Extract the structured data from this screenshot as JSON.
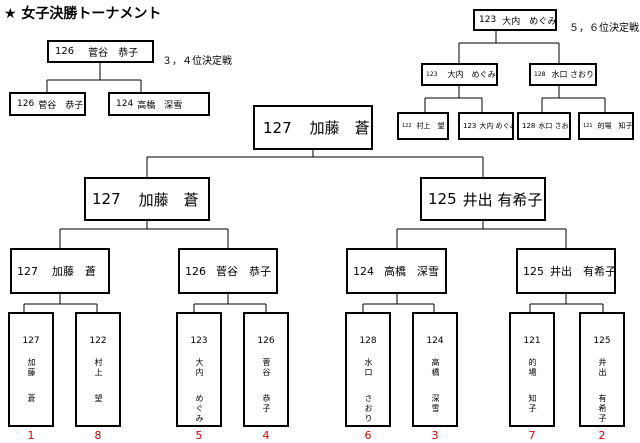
{
  "title": "★ 女子決勝トーナメント",
  "third_place": {
    "label": "３，４位決定戦",
    "winner": {
      "num": "126",
      "name": "菅谷　恭子"
    },
    "left": {
      "num": "126",
      "name": "菅谷　恭子"
    },
    "right": {
      "num": "124",
      "name": "高橋　深雪"
    }
  },
  "fifth_place": {
    "label": "５，６位決定戦",
    "winner": {
      "num": "123",
      "name": "大内　めぐみ"
    },
    "semis": [
      {
        "num": "123",
        "name": "大内　めぐみ"
      },
      {
        "num": "128",
        "name": "水口 さおり"
      }
    ],
    "firsts": [
      {
        "num": "122",
        "name": "村上　望"
      },
      {
        "num": "123",
        "name": "大内 めぐみ"
      },
      {
        "num": "128",
        "name": "水口 さおり"
      },
      {
        "num": "121",
        "name": "的場　知子"
      }
    ]
  },
  "final": {
    "num": "127",
    "name": "加藤　蒼"
  },
  "semifinals": [
    {
      "num": "127",
      "name": "加藤　蒼"
    },
    {
      "num": "125",
      "name": "井出 有希子"
    }
  ],
  "quarterfinals": [
    {
      "num": "127",
      "name": "加藤　蒼"
    },
    {
      "num": "126",
      "name": "菅谷　恭子"
    },
    {
      "num": "124",
      "name": "高橋　深雪"
    },
    {
      "num": "125",
      "name": "井出　有希子"
    }
  ],
  "players": [
    {
      "num": "127",
      "name1": "加藤",
      "name2": "蒼",
      "rank": "1"
    },
    {
      "num": "122",
      "name1": "村上",
      "name2": "望",
      "rank": "8"
    },
    {
      "num": "123",
      "name1": "大内",
      "name2": "めぐみ",
      "rank": "5"
    },
    {
      "num": "126",
      "name1": "菅谷",
      "name2": "恭子",
      "rank": "4"
    },
    {
      "num": "128",
      "name1": "水口",
      "name2": "さおり",
      "rank": "6"
    },
    {
      "num": "124",
      "name1": "高橋",
      "name2": "深雪",
      "rank": "3"
    },
    {
      "num": "121",
      "name1": "的場",
      "name2": "知子",
      "rank": "7"
    },
    {
      "num": "125",
      "name1": "井出",
      "name2": "有希子",
      "rank": "2"
    }
  ]
}
